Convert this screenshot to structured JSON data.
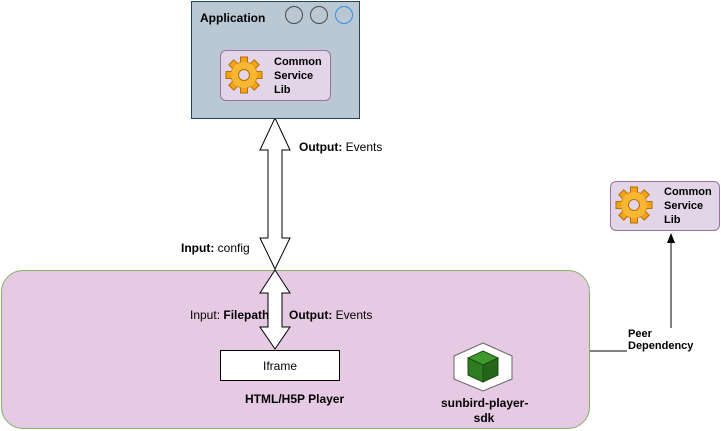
{
  "application": {
    "title": "Application",
    "window_buttons": [
      "window-button",
      "window-button",
      "window-button-active"
    ],
    "lib": {
      "line1": "Common",
      "line2": "Service",
      "line3": "Lib",
      "icon": "gear-icon"
    }
  },
  "arrow_labels": {
    "output_bold": "Output:",
    "output_text": "Events",
    "input_bold": "Input:",
    "input_text": "config"
  },
  "player": {
    "inner_input_text": "Input:",
    "inner_input_bold": "Filepath",
    "inner_output_bold": "Output:",
    "inner_output_text": "Events",
    "iframe_label": "Iframe",
    "player_label": "HTML/H5P Player",
    "sdk_line1": "sunbird-player-",
    "sdk_line2": "sdk",
    "sdk_icon": "package-cube-icon"
  },
  "peer": {
    "label": "Peer Dependency",
    "lib": {
      "line1": "Common",
      "line2": "Service",
      "line3": "Lib",
      "icon": "gear-icon"
    }
  },
  "colors": {
    "app_fill": "#bac8d3",
    "app_border": "#23445d",
    "lib_fill": "#e1d5e7",
    "lib_border": "#9673a6",
    "player_fill": "#e6c9e3",
    "player_border": "#82b366",
    "cube_green": "#2d7c1f"
  }
}
